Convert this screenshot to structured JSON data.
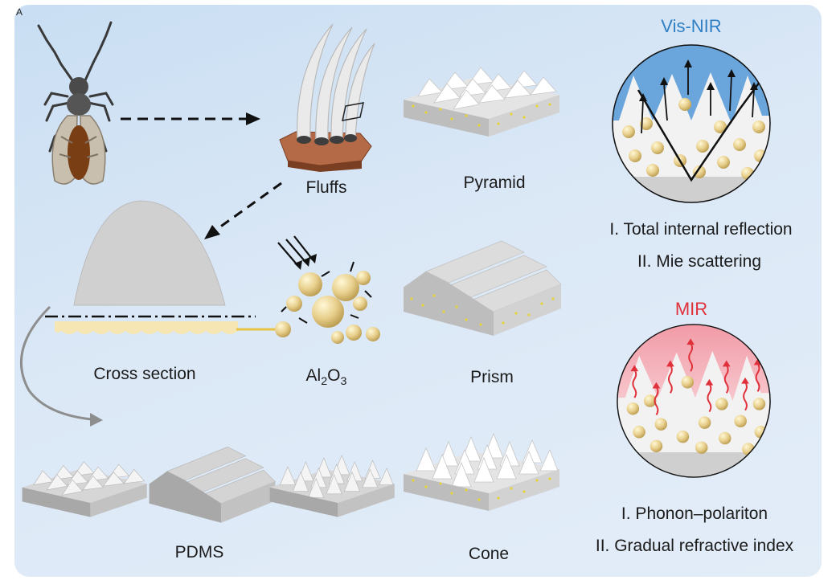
{
  "panel_letter": "A",
  "labels": {
    "fluffs": "Fluffs",
    "pyramid": "Pyramid",
    "cross_section": "Cross section",
    "al2o3": {
      "base1": "Al",
      "sub1": "2",
      "base2": "O",
      "sub2": "3"
    },
    "prism": "Prism",
    "pdms": "PDMS",
    "cone": "Cone"
  },
  "vis_nir": {
    "title": "Vis-NIR",
    "title_color": "#2f7fc4",
    "mechanisms": [
      "I. Total internal reflection",
      "II. Mie scattering"
    ]
  },
  "mir": {
    "title": "MIR",
    "title_color": "#e0313b",
    "mechanisms": [
      "I. Phonon–polariton",
      "II. Gradual refractive index"
    ]
  },
  "colors": {
    "panel_bg": "#d6e5f5",
    "particle": "#e8cf8c",
    "arrow_gray": "#8e8e8e",
    "arrow_yellow": "#e8c445",
    "vis_glow": "#6aa6dc",
    "mir_glow": "#f19aa6"
  },
  "icons": [
    "longhorn-beetle-icon",
    "fluff-hair-icon",
    "al2o3-particles-icon"
  ]
}
